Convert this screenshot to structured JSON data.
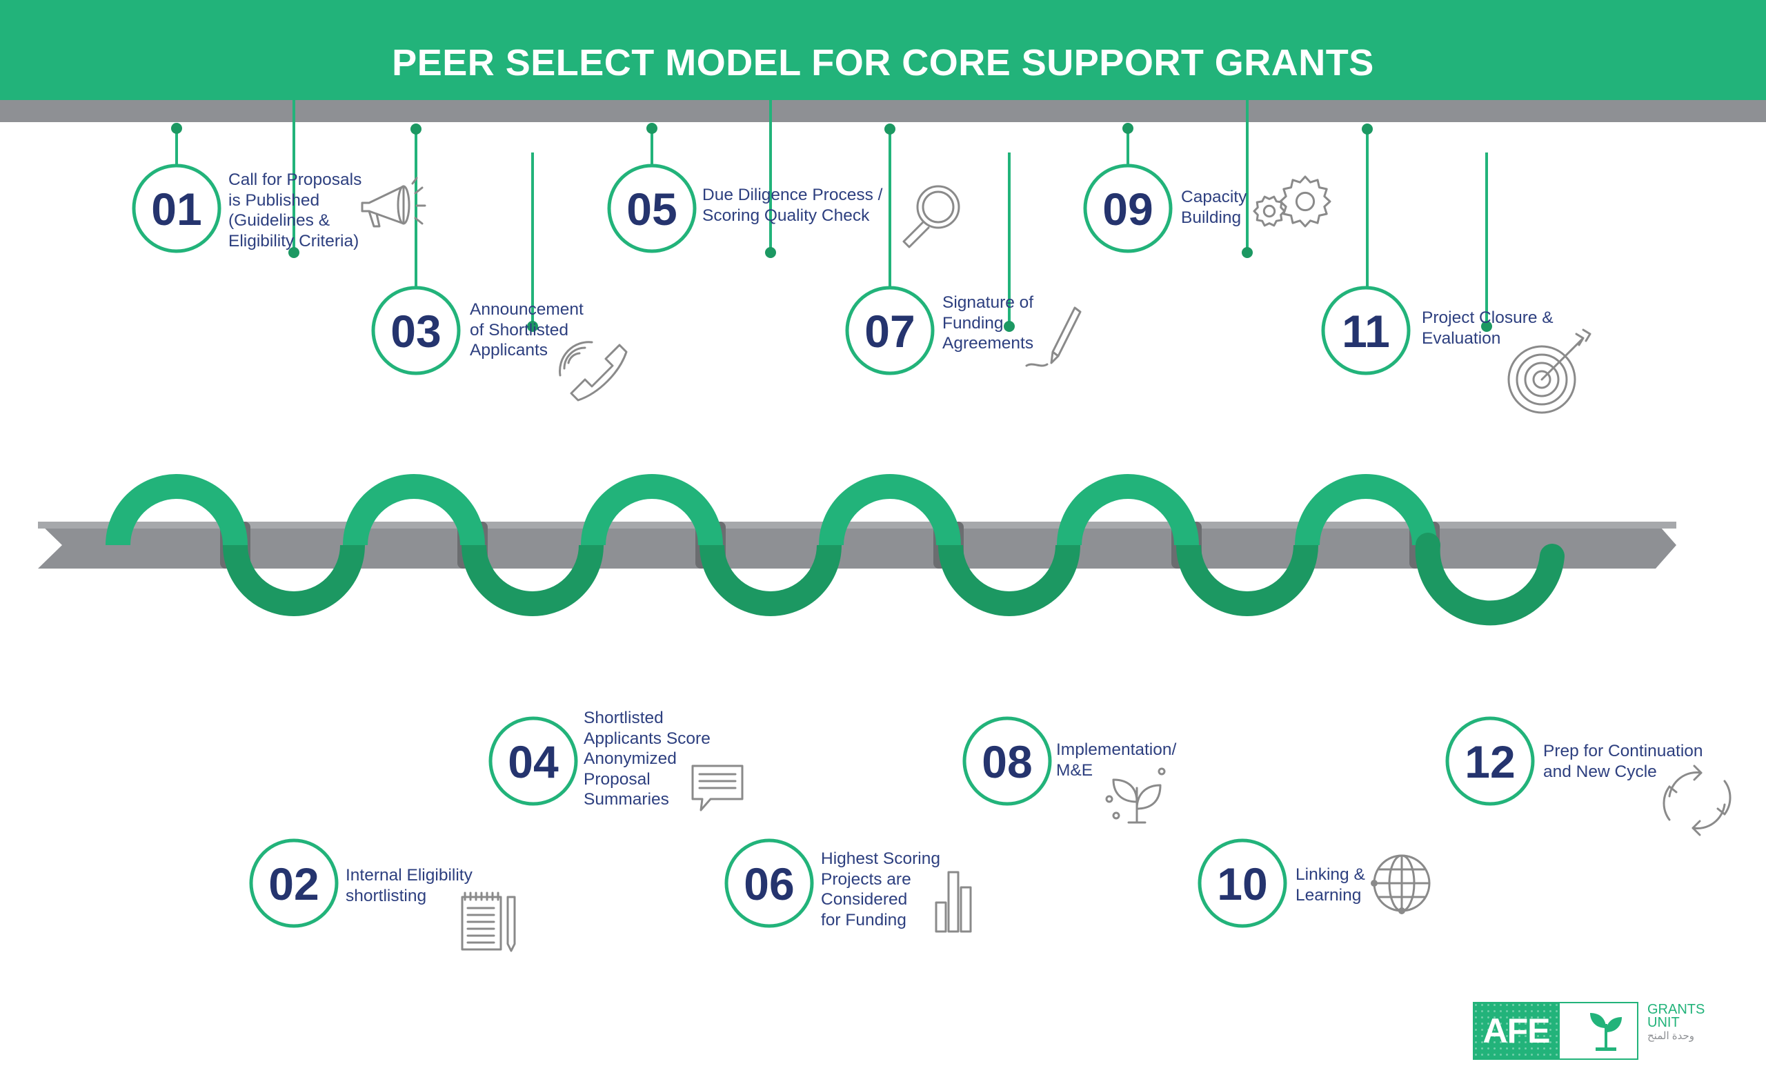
{
  "title": "PEER SELECT MODEL FOR CORE SUPPORT GRANTS",
  "colors": {
    "header": "#22b37a",
    "stripe": "#8e9094",
    "wave_light": "#22b37a",
    "wave_dark": "#1c9862",
    "arrow": "#8e9094",
    "number_text": "#25346e",
    "label_text": "#2d3f7f",
    "icon": "#8a8a8a"
  },
  "steps": [
    {
      "number": "01",
      "label": "Call for Proposals\nis Published\n(Guidelines &\nEligibility Criteria)",
      "icon": "megaphone-icon"
    },
    {
      "number": "02",
      "label": "Internal Eligibility\nshortlisting",
      "icon": "notepad-icon"
    },
    {
      "number": "03",
      "label": "Announcement\nof Shortlisted\nApplicants",
      "icon": "phone-icon"
    },
    {
      "number": "04",
      "label": "Shortlisted\nApplicants Score\nAnonymized\nProposal\nSummaries",
      "icon": "comment-icon"
    },
    {
      "number": "05",
      "label": "Due Diligence Process /\nScoring Quality Check",
      "icon": "magnifier-icon"
    },
    {
      "number": "06",
      "label": "Highest Scoring\nProjects are\nConsidered\nfor Funding",
      "icon": "bar-chart-icon"
    },
    {
      "number": "07",
      "label": "Signature of\nFunding\nAgreements",
      "icon": "pen-icon"
    },
    {
      "number": "08",
      "label": "Implementation/\nM&E",
      "icon": "sprout-icon"
    },
    {
      "number": "09",
      "label": "Capacity\nBuilding",
      "icon": "gears-icon"
    },
    {
      "number": "10",
      "label": "Linking &\nLearning",
      "icon": "globe-icon"
    },
    {
      "number": "11",
      "label": "Project Closure &\nEvaluation",
      "icon": "target-icon"
    },
    {
      "number": "12",
      "label": "Prep for Continuation\nand New Cycle",
      "icon": "cycle-icon"
    }
  ],
  "logo": {
    "brand": "AFE",
    "unit_line1": "GRANTS",
    "unit_line2": "UNIT",
    "unit_arabic": "وحدة المنح"
  }
}
